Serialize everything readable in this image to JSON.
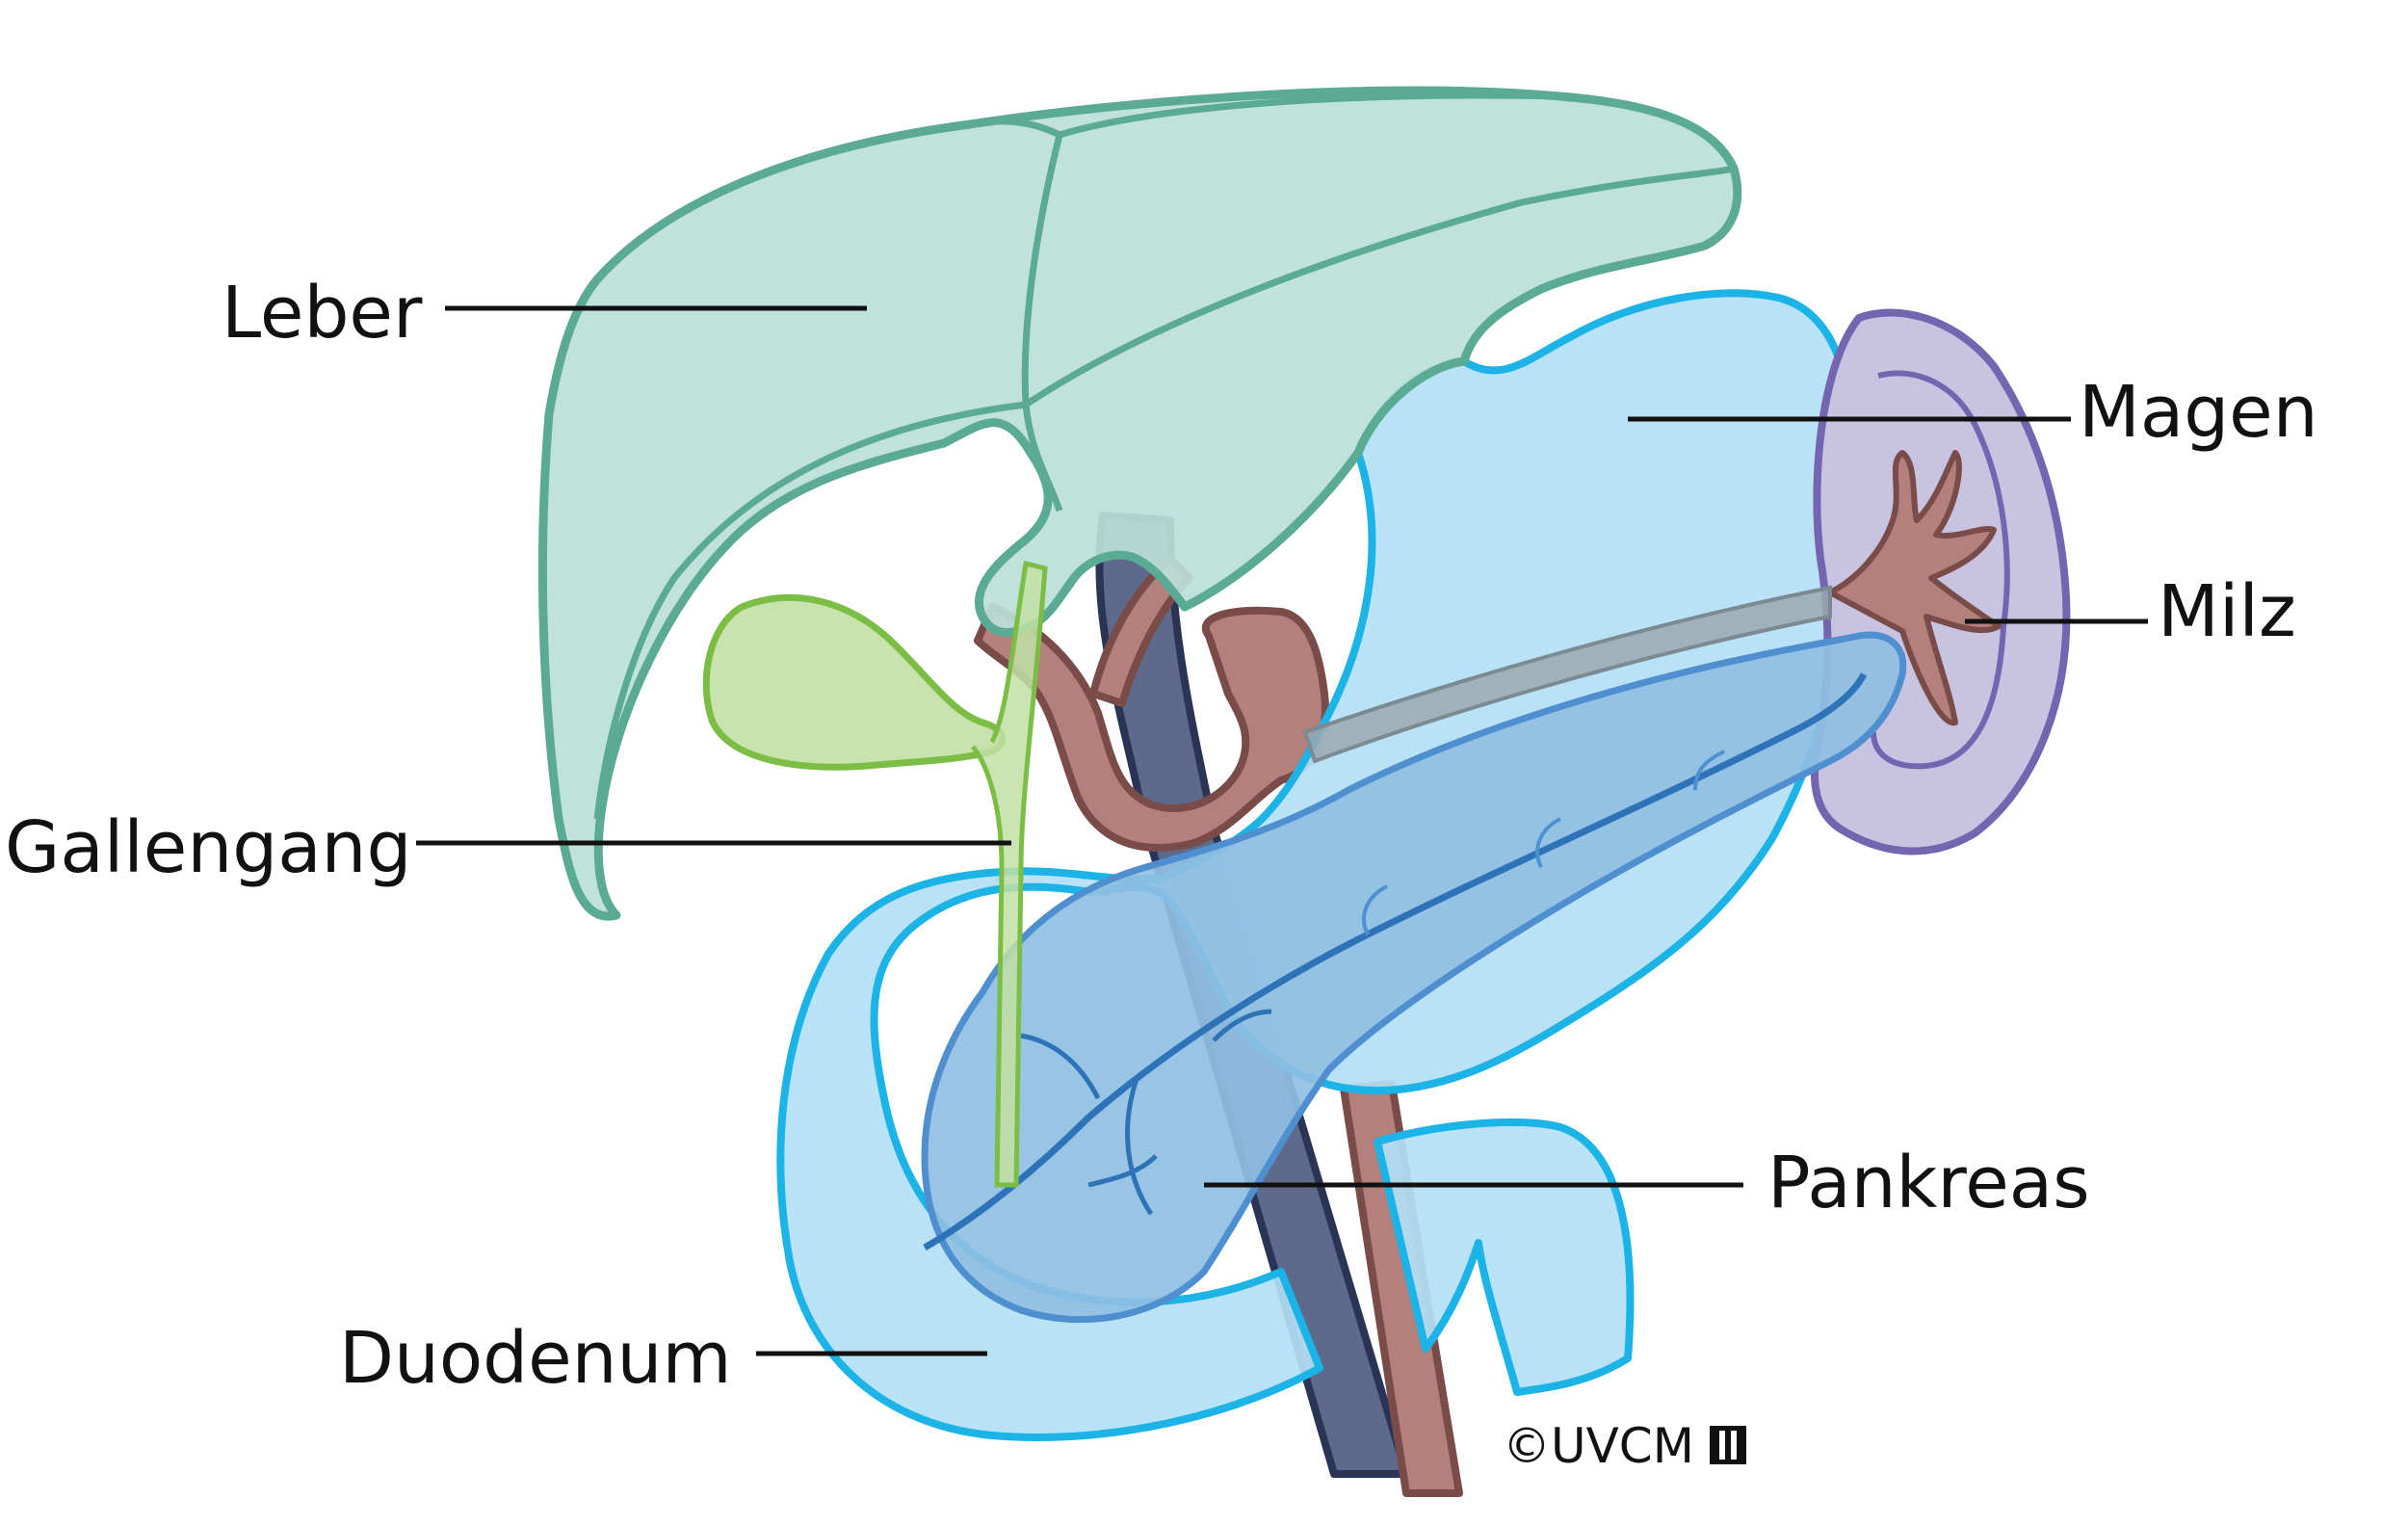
{
  "labels": {
    "leber": "Leber",
    "gallengang": "Gallengang",
    "duodenum": "Duodenum",
    "magen": "Magen",
    "milz": "Milz",
    "pankreas": "Pankreas"
  },
  "copyright": "©UVCM",
  "colors": {
    "liver_fill": "#bcdfd8",
    "liver_stroke": "#5aaa94",
    "stomach_fill": "#b3e0f5",
    "stomach_stroke": "#1cb3e6",
    "spleen_fill": "#c9c3e2",
    "spleen_stroke": "#7465b0",
    "pancreas_fill": "#8fbfe3",
    "pancreas_stroke": "#4f8fd0",
    "gallbladder_fill": "#c2e0a4",
    "gallbladder_stroke": "#7cbd45",
    "artery": "#b57f7b",
    "artery_stroke": "#7a4c49",
    "vein": "#5e6a8c",
    "vein_stroke": "#2a3555"
  }
}
